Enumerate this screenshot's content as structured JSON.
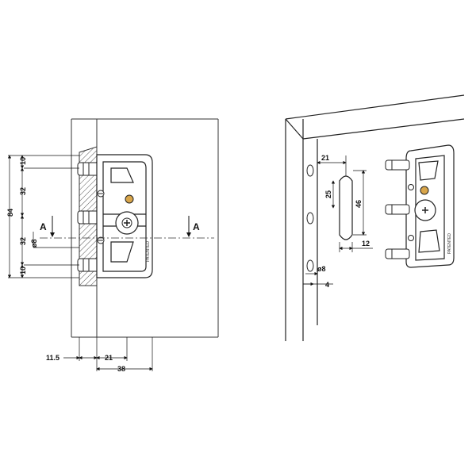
{
  "left_view": {
    "vertical_dims": {
      "total": "84",
      "top": "10",
      "upper": "32",
      "lower": "32",
      "bottom": "10",
      "hole_dia": "ø8"
    },
    "horizontal_dims": {
      "offset": "11.5",
      "pitch": "21",
      "width": "38"
    },
    "section_label_left": "A",
    "section_label_right": "A",
    "marking": "PATENTED"
  },
  "right_view": {
    "dims": {
      "edge": "21",
      "slot_height": "25",
      "pitch": "46",
      "slot_width": "12",
      "hole_dia": "ø8",
      "hole_depth": "4"
    },
    "marking": "PATENTED"
  },
  "colors": {
    "line": "#222222",
    "brass": "#d8a54a",
    "hatch": "#555555"
  }
}
